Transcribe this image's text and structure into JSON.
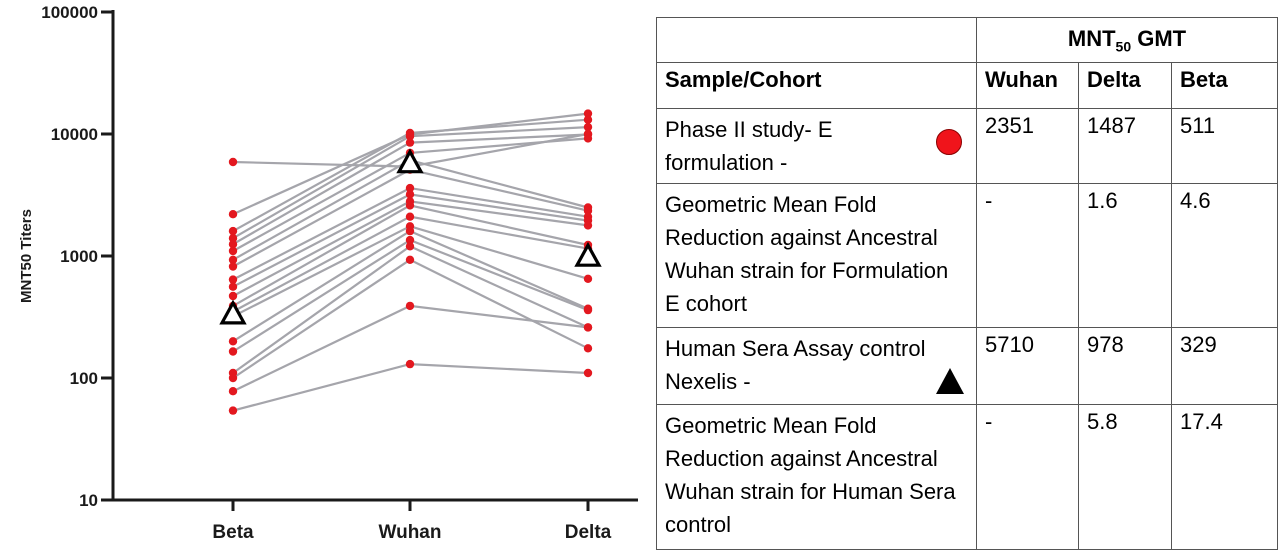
{
  "chart_data": {
    "type": "scatter",
    "ylabel": "MNT50 Titers",
    "xlabel": "",
    "title": "",
    "categories": [
      "Beta",
      "Wuhan",
      "Delta"
    ],
    "yscale": "log",
    "ylim": [
      10,
      100000
    ],
    "yticks": [
      10,
      100,
      1000,
      10000,
      100000
    ],
    "ytick_labels": [
      "10",
      "100",
      "1000",
      "10000",
      "100000"
    ],
    "grid": false,
    "legend": "none",
    "point_color": "#e3181f",
    "line_color": "#a5a5ab",
    "samples": [
      [
        5900,
        5400,
        10000
      ],
      [
        2200,
        9900,
        14700
      ],
      [
        1600,
        10200,
        13100
      ],
      [
        1400,
        9600,
        11400
      ],
      [
        1250,
        8500,
        9900
      ],
      [
        1100,
        7000,
        9200
      ],
      [
        930,
        6100,
        2500
      ],
      [
        820,
        5100,
        2350
      ],
      [
        640,
        3600,
        2100
      ],
      [
        560,
        3200,
        1950
      ],
      [
        470,
        2800,
        1780
      ],
      [
        390,
        2600,
        1230
      ],
      [
        350,
        2100,
        1150
      ],
      [
        320,
        1750,
        650
      ],
      [
        200,
        1600,
        370
      ],
      [
        165,
        1350,
        360
      ],
      [
        110,
        1200,
        260
      ],
      [
        100,
        930,
        175
      ],
      [
        78,
        390,
        260
      ],
      [
        54,
        130,
        110
      ]
    ],
    "control_series": [
      329,
      5710,
      978
    ]
  },
  "table": {
    "group_header": "MNT",
    "group_header_sub": "50",
    "group_header_tail": " GMT",
    "columns": [
      "Sample/Cohort",
      "Wuhan",
      "Delta",
      "Beta"
    ],
    "rows": [
      {
        "cohort": "Phase II study- E formulation -",
        "marker": "red-circle",
        "wuhan": "2351",
        "delta": "1487",
        "beta": "511"
      },
      {
        "cohort": "Geometric Mean Fold Reduction against Ancestral Wuhan strain for Formulation E cohort",
        "marker": "",
        "wuhan": "-",
        "delta": "1.6",
        "beta": "4.6"
      },
      {
        "cohort": "Human Sera Assay control Nexelis -",
        "marker": "black-triangle",
        "wuhan": "5710",
        "delta": "978",
        "beta": "329"
      },
      {
        "cohort": "Geometric Mean Fold Reduction against Ancestral Wuhan strain for Human Sera control",
        "marker": "",
        "wuhan": "-",
        "delta": "5.8",
        "beta": "17.4"
      }
    ]
  }
}
